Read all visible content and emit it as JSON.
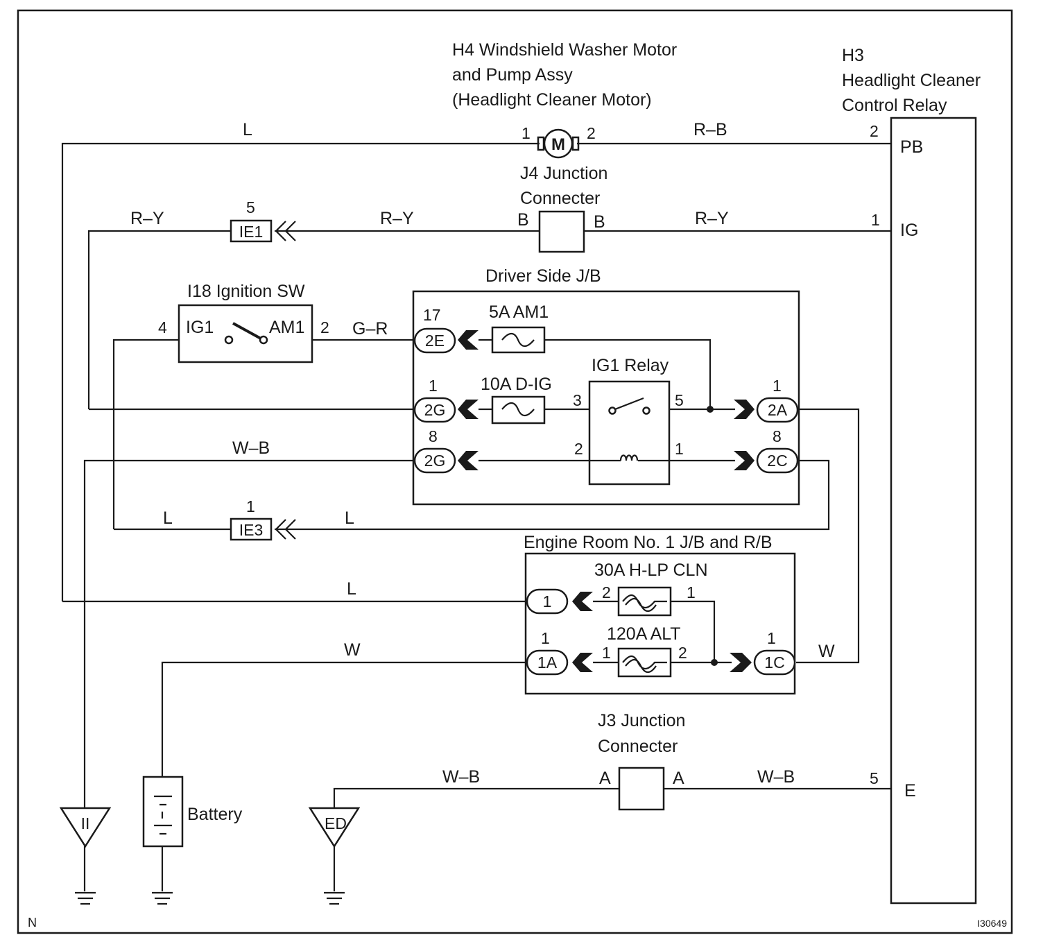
{
  "components": {
    "h4_motor": {
      "title_l1": "H4 Windshield Washer Motor",
      "title_l2": "and Pump Assy",
      "title_l3": "(Headlight Cleaner Motor)",
      "symbol": "M",
      "pin1": "1",
      "pin2": "2"
    },
    "h3_relay": {
      "title_l1": "H3",
      "title_l2": "Headlight Cleaner",
      "title_l3": "Control Relay",
      "term_pb": "PB",
      "term_ig": "IG",
      "term_e": "E",
      "pin_pb": "2",
      "pin_ig": "1",
      "pin_e": "5"
    },
    "j4": {
      "title_l1": "J4 Junction",
      "title_l2": "Connecter",
      "left": "B",
      "right": "B"
    },
    "j3": {
      "title_l1": "J3 Junction",
      "title_l2": "Connecter",
      "left": "A",
      "right": "A"
    },
    "ie1": {
      "label": "IE1",
      "pin": "5"
    },
    "ie3": {
      "label": "IE3",
      "pin": "1"
    },
    "ignition_sw": {
      "title": "I18 Ignition SW",
      "ig1": "IG1",
      "am1": "AM1",
      "pin_ig1": "4",
      "pin_am1": "2"
    },
    "driver_jb": {
      "title": "Driver Side J/B",
      "fuse_am1": "5A AM1",
      "fuse_dig": "10A D-IG",
      "ig1_relay": "IG1 Relay",
      "relay_pins": {
        "p3": "3",
        "p5": "5",
        "p2": "2",
        "p1": "1"
      },
      "connectors": {
        "c2e": {
          "label": "2E",
          "pin": "17"
        },
        "c2g_top": {
          "label": "2G",
          "pin": "1"
        },
        "c2g_bot": {
          "label": "2G",
          "pin": "8"
        },
        "c2a": {
          "label": "2A",
          "pin": "1"
        },
        "c2c": {
          "label": "2C",
          "pin": "8"
        }
      }
    },
    "engine_jb": {
      "title": "Engine Room No. 1 J/B and R/B",
      "fuse_hlp": "30A H-LP CLN",
      "fuse_alt": "120A ALT",
      "hlp_pins": {
        "p2": "2",
        "p1": "1"
      },
      "alt_pins": {
        "p1": "1",
        "p2": "2"
      },
      "connectors": {
        "c1": {
          "label": "1"
        },
        "c1a": {
          "label": "1A",
          "pin": "1"
        },
        "c1c": {
          "label": "1C",
          "pin": "1"
        }
      }
    },
    "battery": {
      "label": "Battery"
    },
    "grounds": {
      "ii": "II",
      "ed": "ED"
    }
  },
  "wires": {
    "top_l": "L",
    "r_b": "R–B",
    "ry_left": "R–Y",
    "ry_mid": "R–Y",
    "ry_right": "R–Y",
    "g_r": "G–R",
    "w_b_left": "W–B",
    "l_ie3_left": "L",
    "l_ie3_right": "L",
    "l_engine": "L",
    "w_left": "W",
    "w_right": "W",
    "wb_j3_left": "W–B",
    "wb_j3_right": "W–B"
  },
  "footer": {
    "left": "N",
    "right": "I30649"
  }
}
